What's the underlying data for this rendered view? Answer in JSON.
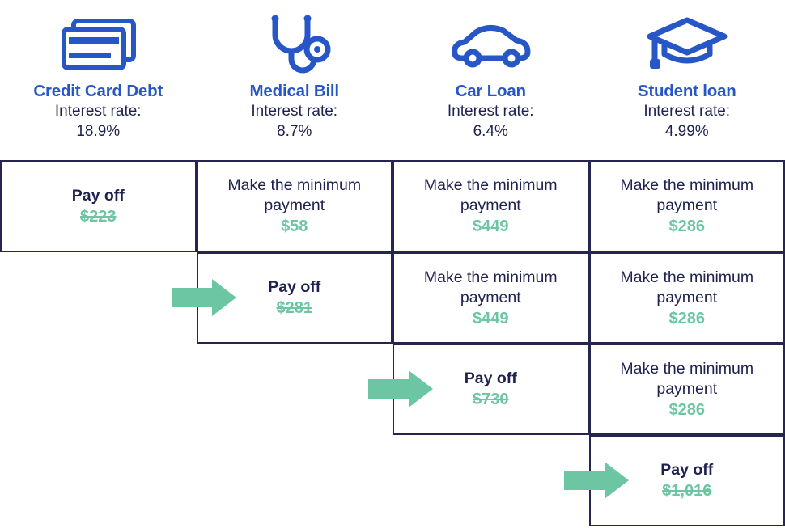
{
  "meta": {
    "title": "Debt Avalanche Payoff Order",
    "accent_blue": "#2757C6",
    "ink_navy": "#1F2150",
    "accent_green": "#6DC6A3",
    "border_navy": "#262550"
  },
  "columns": [
    {
      "icon": "credit-card-icon",
      "name": "Credit Card Debt",
      "rate_label": "Interest rate:",
      "rate_value": "18.9%"
    },
    {
      "icon": "stethoscope-icon",
      "name": "Medical Bill",
      "rate_label": "Interest rate:",
      "rate_value": "8.7%"
    },
    {
      "icon": "car-icon",
      "name": "Car Loan",
      "rate_label": "Interest rate:",
      "rate_value": "6.4%"
    },
    {
      "icon": "graduation-cap-icon",
      "name": "Student loan",
      "rate_label": "Interest rate:",
      "rate_value": "4.99%"
    }
  ],
  "labels": {
    "pay_off": "Pay off",
    "minimum_payment": "Make the minimum payment"
  },
  "rows": [
    {
      "step": 1,
      "cells": [
        {
          "col": 0,
          "action": "Pay off",
          "amount": "$223",
          "type": "payoff",
          "struck": true
        },
        {
          "col": 1,
          "action": "Make the minimum payment",
          "amount": "$58",
          "type": "minimum",
          "struck": false
        },
        {
          "col": 2,
          "action": "Make the minimum payment",
          "amount": "$449",
          "type": "minimum",
          "struck": false
        },
        {
          "col": 3,
          "action": "Make the minimum payment",
          "amount": "$286",
          "type": "minimum",
          "struck": false
        }
      ]
    },
    {
      "step": 2,
      "cells": [
        {
          "col": 1,
          "action": "Pay off",
          "amount": "$281",
          "type": "payoff",
          "struck": true
        },
        {
          "col": 2,
          "action": "Make the minimum payment",
          "amount": "$449",
          "type": "minimum",
          "struck": false
        },
        {
          "col": 3,
          "action": "Make the minimum payment",
          "amount": "$286",
          "type": "minimum",
          "struck": false
        }
      ]
    },
    {
      "step": 3,
      "cells": [
        {
          "col": 2,
          "action": "Pay off",
          "amount": "$730",
          "type": "payoff",
          "struck": true
        },
        {
          "col": 3,
          "action": "Make the minimum payment",
          "amount": "$286",
          "type": "minimum",
          "struck": false
        }
      ]
    },
    {
      "step": 4,
      "cells": [
        {
          "col": 3,
          "action": "Pay off",
          "amount": "$1,016",
          "type": "payoff",
          "struck": true
        }
      ]
    }
  ],
  "arrows": [
    {
      "name": "rollover-arrow-1",
      "points_to": "Medical Bill"
    },
    {
      "name": "rollover-arrow-2",
      "points_to": "Car Loan"
    },
    {
      "name": "rollover-arrow-3",
      "points_to": "Student loan"
    }
  ]
}
